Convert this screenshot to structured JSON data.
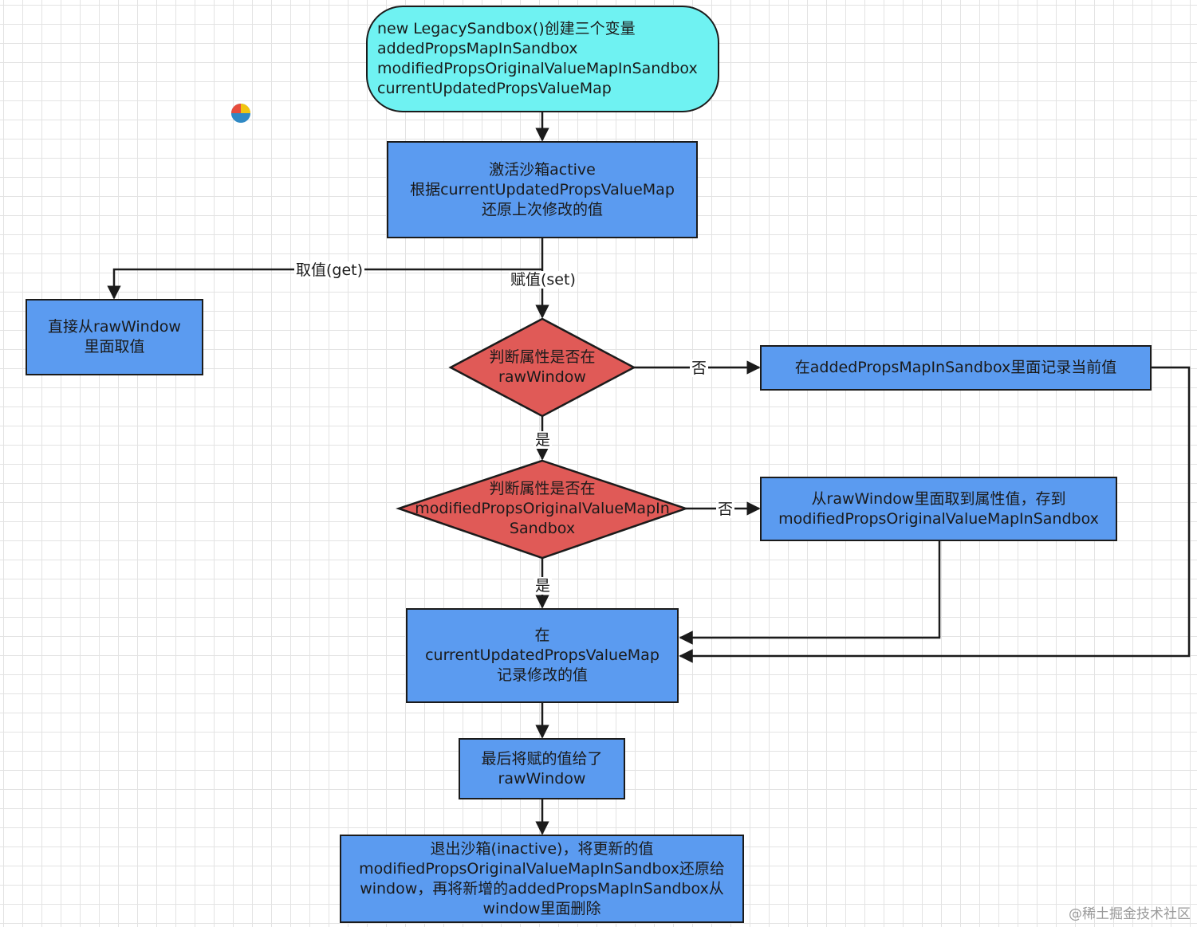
{
  "colors": {
    "start_fill": "#6ff2f2",
    "process_fill": "#5b9bf0",
    "decision_fill": "#e05a57",
    "stroke": "#1b1b1b"
  },
  "nodes": {
    "start": [
      "new LegacySandbox()创建三个变量",
      "addedPropsMapInSandbox",
      "modifiedPropsOriginalValueMapInSandbox",
      "currentUpdatedPropsValueMap"
    ],
    "activate": [
      "激活沙箱active",
      "根据currentUpdatedPropsValueMap",
      "还原上次修改的值"
    ],
    "get_direct": [
      "直接从rawWindow",
      "里面取值"
    ],
    "decision_raw": [
      "判断属性是否在",
      "rawWindow"
    ],
    "record_added": [
      "在addedPropsMapInSandbox里面记录当前值"
    ],
    "decision_modified": [
      "判断属性是否在",
      "modifiedPropsOriginalValueMapIn",
      "Sandbox"
    ],
    "store_modified": [
      "从rawWindow里面取到属性值，存到",
      "modifiedPropsOriginalValueMapInSandbox"
    ],
    "record_current": [
      "在",
      "currentUpdatedPropsValueMap",
      "记录修改的值"
    ],
    "assign_raw": [
      "最后将赋的值给了",
      "rawWindow"
    ],
    "deactivate": [
      "退出沙箱(inactive)，将更新的值",
      "modifiedPropsOriginalValueMapInSandbox还原给",
      "window，再将新增的addedPropsMapInSandbox从",
      "window里面删除"
    ]
  },
  "edge_labels": {
    "get": "取值(get)",
    "set": "赋值(set)",
    "no_1": "否",
    "yes_1": "是",
    "no_2": "否",
    "yes_2": "是"
  },
  "watermark": "@稀土掘金技术社区"
}
